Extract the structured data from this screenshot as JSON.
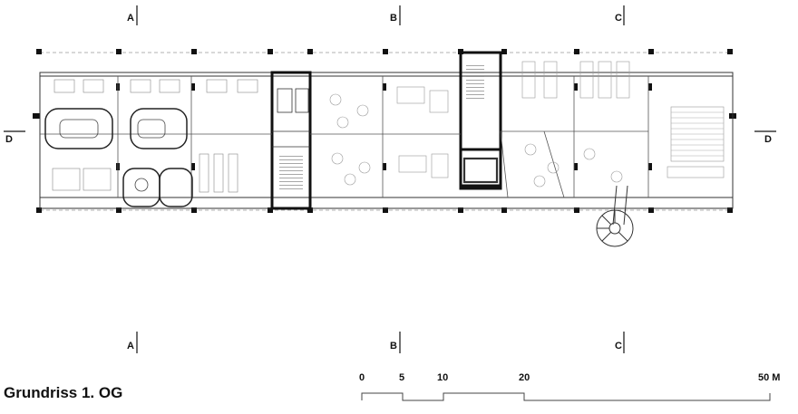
{
  "plan": {
    "title": "Grundriss 1. OG",
    "section_markers": {
      "top": [
        "A",
        "B",
        "C"
      ],
      "bottom": [
        "A",
        "B",
        "C"
      ],
      "side": [
        "D",
        "D"
      ]
    },
    "scale_bar": {
      "labels": [
        "0",
        "5",
        "10",
        "20",
        "50 M"
      ]
    }
  }
}
